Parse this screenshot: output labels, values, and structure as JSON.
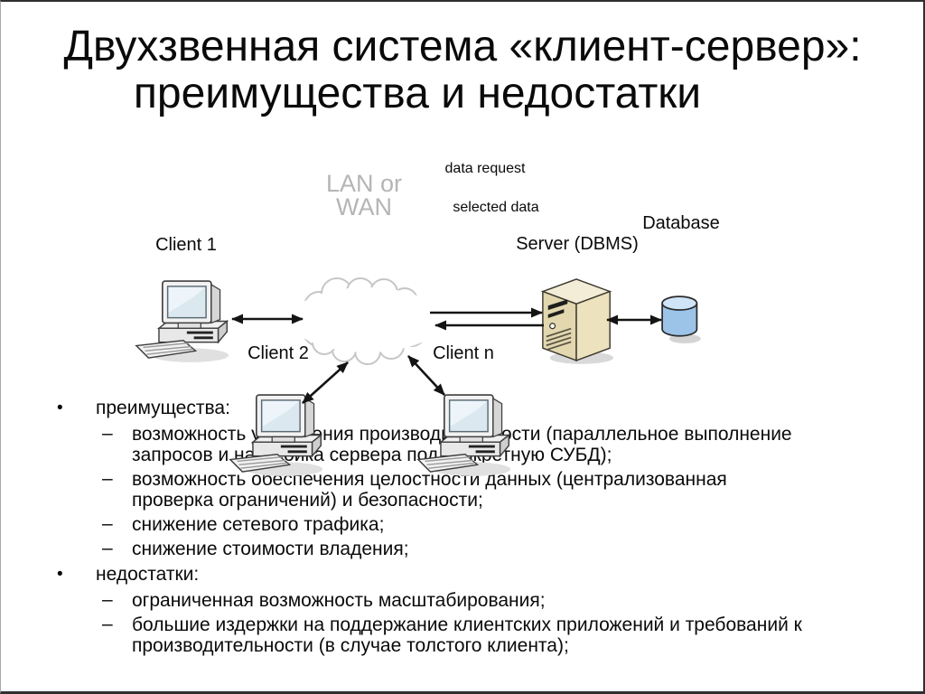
{
  "slide": {
    "title_line1": "Двухзвенная система «клиент-сервер»:",
    "title_line2": "преимущества и недостатки"
  },
  "diagram": {
    "cloud": {
      "line1": "LAN or",
      "line2": "WAN"
    },
    "nodes": {
      "client1": "Client 1",
      "client2": "Client 2",
      "client_n": "Client n",
      "server": "Server (DBMS)",
      "database": "Database"
    },
    "arrows": {
      "request": "data request",
      "response": "selected data"
    }
  },
  "list": {
    "bullet": "•",
    "dash": "–",
    "sections": [
      {
        "header": "преимущества:",
        "items": [
          {
            "lines": [
              "возможность увеличения производительности (параллельное выполнение",
              "запросов и настройка сервера под конкретную СУБД);"
            ]
          },
          {
            "lines": [
              "возможность обеспечения целостности данных (централизованная",
              "проверка ограничений) и безопасности;"
            ]
          },
          {
            "lines": [
              "снижение сетевого трафика;"
            ]
          },
          {
            "lines": [
              "снижение стоимости владения;"
            ]
          }
        ]
      },
      {
        "header": "недостатки:",
        "items": [
          {
            "lines": [
              "ограниченная возможность масштабирования;"
            ]
          },
          {
            "lines": [
              "большие издержки на поддержание клиентских приложений и требований к",
              "производительности (в случае толстого клиента);"
            ]
          }
        ]
      }
    ]
  },
  "colors": {
    "background": "#ffffff",
    "border": "#2f2f2f",
    "text": "#0a0a0a",
    "cloud_outline": "#c6c6c6",
    "cloud_text": "#b5b5b5",
    "server_left": "#e2d7ae",
    "server_right": "#ece2be",
    "server_top": "#f3edd7",
    "database_body": "#9cc4e9",
    "database_top": "#cfe4f6",
    "arrow": "#141414"
  }
}
